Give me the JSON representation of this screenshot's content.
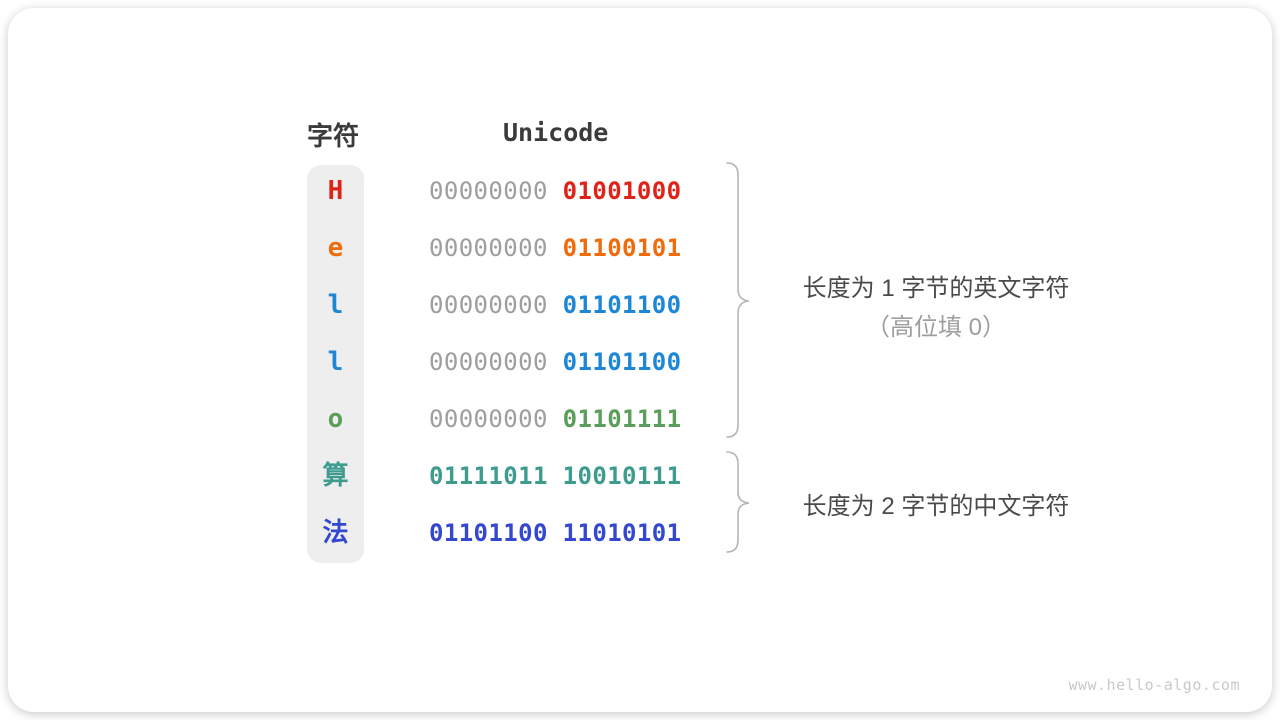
{
  "header": {
    "char_column": "字符",
    "unicode_column": "Unicode"
  },
  "rows": [
    {
      "char": "H",
      "color": "#e02318",
      "byte1": "00000000",
      "byte2": "01001000",
      "byte1_gray": true
    },
    {
      "char": "e",
      "color": "#ef6c0c",
      "byte1": "00000000",
      "byte2": "01100101",
      "byte1_gray": true
    },
    {
      "char": "l",
      "color": "#1e87d5",
      "byte1": "00000000",
      "byte2": "01101100",
      "byte1_gray": true
    },
    {
      "char": "l",
      "color": "#1e87d5",
      "byte1": "00000000",
      "byte2": "01101100",
      "byte1_gray": true
    },
    {
      "char": "o",
      "color": "#5b9e5b",
      "byte1": "00000000",
      "byte2": "01101111",
      "byte1_gray": true
    },
    {
      "char": "算",
      "color": "#3d9c8e",
      "byte1": "01111011",
      "byte2": "10010111",
      "byte1_gray": false
    },
    {
      "char": "法",
      "color": "#3347cf",
      "byte1": "01101100",
      "byte2": "11010101",
      "byte1_gray": false
    }
  ],
  "annotations": {
    "group1_line1": "长度为 1 字节的英文字符",
    "group1_line2": "（高位填 0）",
    "group2_line1": "长度为 2 字节的中文字符"
  },
  "watermark": "www.hello-algo.com",
  "colors": {
    "byte_gray": "#9e9e9e",
    "brace": "#b5b5b5",
    "header_text": "#3b3b3b",
    "annotation_primary": "#4a4a4a",
    "annotation_secondary": "#9e9e9e",
    "char_column_bg": "#eeeeee",
    "watermark_text": "#c9c9c9"
  }
}
